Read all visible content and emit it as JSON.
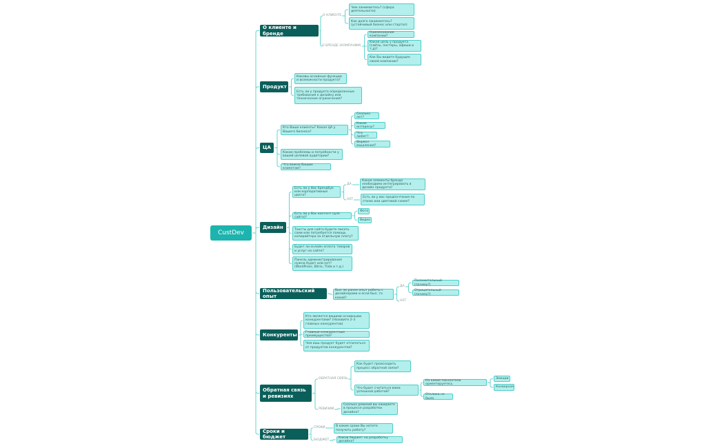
{
  "colors": {
    "root": "#1db3ae",
    "main": "#0b5f5a",
    "leaf": "#b3efec",
    "leaf_border": "#49cdc8",
    "link": "#5fd3cf"
  },
  "nodes": [
    {
      "id": "root",
      "kind": "root",
      "text": "CustDev"
    },
    {
      "id": "m1",
      "kind": "main",
      "parent": "root",
      "text": "О клиенте и бренде"
    },
    {
      "id": "l11",
      "kind": "label",
      "parent": "m1",
      "text": "О КЛИЕНТЕ"
    },
    {
      "id": "a1",
      "kind": "leaf",
      "parent": "l11",
      "text": "Чем занимаетесь? (сфера деятельности)"
    },
    {
      "id": "a2",
      "kind": "leaf",
      "parent": "l11",
      "text": "Как долго занимаетесь? (устойчивый бизнес или стартап)"
    },
    {
      "id": "l12",
      "kind": "label",
      "parent": "m1",
      "text": "О БРЕНДЕ (КОМПАНИИ)"
    },
    {
      "id": "a3",
      "kind": "leaf",
      "parent": "l12",
      "text": "Наименование компании?"
    },
    {
      "id": "a4",
      "kind": "leaf",
      "parent": "l12",
      "text": "Какая цель у продукта (сайты, постеры, афиши и т.д)?"
    },
    {
      "id": "a5",
      "kind": "leaf",
      "parent": "l12",
      "text": "Как Вы видите будущее своей компании?"
    },
    {
      "id": "m2",
      "kind": "main",
      "parent": "root",
      "text": "Продукт"
    },
    {
      "id": "b1",
      "kind": "leaf",
      "parent": "m2",
      "text": "Каковы основные функции и возможности продукта?"
    },
    {
      "id": "b2",
      "kind": "leaf",
      "parent": "m2",
      "text": "Есть ли у продукта определенные требования к дизайну или технические ограничения?"
    },
    {
      "id": "m3",
      "kind": "main",
      "parent": "root",
      "text": "ЦА"
    },
    {
      "id": "c1",
      "kind": "leaf",
      "parent": "m3",
      "text": "Кто Ваши клиенты? Какая ЦА у Вашего бизнеса?"
    },
    {
      "id": "c11",
      "kind": "leaf",
      "parent": "c1",
      "text": "Сколько лет?"
    },
    {
      "id": "c12",
      "kind": "leaf",
      "parent": "c1",
      "text": "Какие интересы?"
    },
    {
      "id": "c13",
      "kind": "leaf",
      "parent": "c1",
      "text": "Что любят?"
    },
    {
      "id": "c14",
      "kind": "leaf",
      "parent": "c1",
      "text": "Формат мышления?"
    },
    {
      "id": "c2",
      "kind": "leaf",
      "parent": "m3",
      "text": "Какие проблемы и потребности у вашей целевой аудитории?"
    },
    {
      "id": "c3",
      "kind": "leaf",
      "parent": "m3",
      "text": "Что важно Вашим клиентам?"
    },
    {
      "id": "m4",
      "kind": "main",
      "parent": "root",
      "text": "Дизайн"
    },
    {
      "id": "d1",
      "kind": "leaf",
      "parent": "m4",
      "text": "Есть ли у Вас брендбук или корпоративные цвета?"
    },
    {
      "id": "d1y",
      "kind": "label",
      "parent": "d1",
      "text": "ДА"
    },
    {
      "id": "d11",
      "kind": "leaf",
      "parent": "d1y",
      "text": "Какие элементы бренда необходимо интегрировать в дизайн продукта?"
    },
    {
      "id": "d1n",
      "kind": "label",
      "parent": "d1",
      "text": "НЕТ"
    },
    {
      "id": "d12",
      "kind": "leaf",
      "parent": "d1n",
      "text": "Есть ли у вас предпочтения по стилю или цветовой схеме?"
    },
    {
      "id": "d2",
      "kind": "leaf",
      "parent": "m4",
      "text": "Есть ли у Вас контент (для сайта)?"
    },
    {
      "id": "d21",
      "kind": "leaf",
      "parent": "d2",
      "text": "Фото"
    },
    {
      "id": "d22",
      "kind": "leaf",
      "parent": "d2",
      "text": "Видео"
    },
    {
      "id": "d3",
      "kind": "leaf",
      "parent": "m4",
      "text": "Тексты для сайта будете писать сами или потребуется помощь копирайтера за отдельную плату?"
    },
    {
      "id": "d4",
      "kind": "leaf",
      "parent": "m4",
      "text": "Будет ли онлайн оплата товаров и услуг на сайте?"
    },
    {
      "id": "d5",
      "kind": "leaf",
      "parent": "m4",
      "text": "Панель администрирования нужна будет или нет? (WordPress, Bitrix, Tilda и т.д.)"
    },
    {
      "id": "m5",
      "kind": "main",
      "parent": "root",
      "text": "Пользовательский опыт"
    },
    {
      "id": "e1",
      "kind": "leaf",
      "parent": "m5",
      "text": "Был ли ранее опыт работы с дизайнерами и если был, то какой?"
    },
    {
      "id": "e1y",
      "kind": "label",
      "parent": "e1",
      "text": "ДА"
    },
    {
      "id": "e11",
      "kind": "leaf",
      "parent": "e1y",
      "text": "Положительный (почему?)"
    },
    {
      "id": "e12",
      "kind": "leaf",
      "parent": "e1y",
      "text": "Отрицательный (почему?)"
    },
    {
      "id": "e1n",
      "kind": "label",
      "parent": "e1",
      "text": "НЕТ"
    },
    {
      "id": "m6",
      "kind": "main",
      "parent": "root",
      "text": "Конкуренты"
    },
    {
      "id": "f1",
      "kind": "leaf",
      "parent": "m6",
      "text": "Кто является вашими основными конкурентами? (Назовите 2-3 главных конкурентов)"
    },
    {
      "id": "f2",
      "kind": "leaf",
      "parent": "m6",
      "text": "Главные конкурентные преимущества?"
    },
    {
      "id": "f3",
      "kind": "leaf",
      "parent": "m6",
      "text": "Чем ваш продукт будет отличаться от продуктов конкурентов?"
    },
    {
      "id": "m7",
      "kind": "main",
      "parent": "root",
      "text": "Обратная связь и ревизиях"
    },
    {
      "id": "g1l",
      "kind": "label",
      "parent": "m7",
      "text": "ОБРАТНАЯ СВЯЗЬ"
    },
    {
      "id": "g1",
      "kind": "leaf",
      "parent": "g1l",
      "text": "Как будет происходить процесс обратной связи?"
    },
    {
      "id": "g2",
      "kind": "leaf",
      "parent": "g1l",
      "text": "Что будет считаться вами успешной работой?"
    },
    {
      "id": "g21",
      "kind": "leaf",
      "parent": "g2",
      "text": "На какие показатели ориентируетесь"
    },
    {
      "id": "g211",
      "kind": "leaf",
      "parent": "g21",
      "text": "Эмоции"
    },
    {
      "id": "g212",
      "kind": "leaf",
      "parent": "g21",
      "text": "Конверсия"
    },
    {
      "id": "g22",
      "kind": "leaf",
      "parent": "g2",
      "text": "Отклика не было"
    },
    {
      "id": "g2l",
      "kind": "label",
      "parent": "m7",
      "text": "РЕВИЗИИ"
    },
    {
      "id": "g3",
      "kind": "leaf",
      "parent": "g2l",
      "text": "Сколько ревизий вы ожидаете в процессе разработки дизайна?"
    },
    {
      "id": "m8",
      "kind": "main",
      "parent": "root",
      "text": "Сроки и бюджет"
    },
    {
      "id": "h1l",
      "kind": "label",
      "parent": "m8",
      "text": "СРОКИ"
    },
    {
      "id": "h1",
      "kind": "leaf",
      "parent": "h1l",
      "text": "В какие сроки Вы хотите получить работу?"
    },
    {
      "id": "h2l",
      "kind": "label",
      "parent": "m8",
      "text": "БЮДЖЕТ"
    },
    {
      "id": "h2",
      "kind": "leaf",
      "parent": "h2l",
      "text": "Каков бюджет на разработку дизайна?"
    }
  ]
}
